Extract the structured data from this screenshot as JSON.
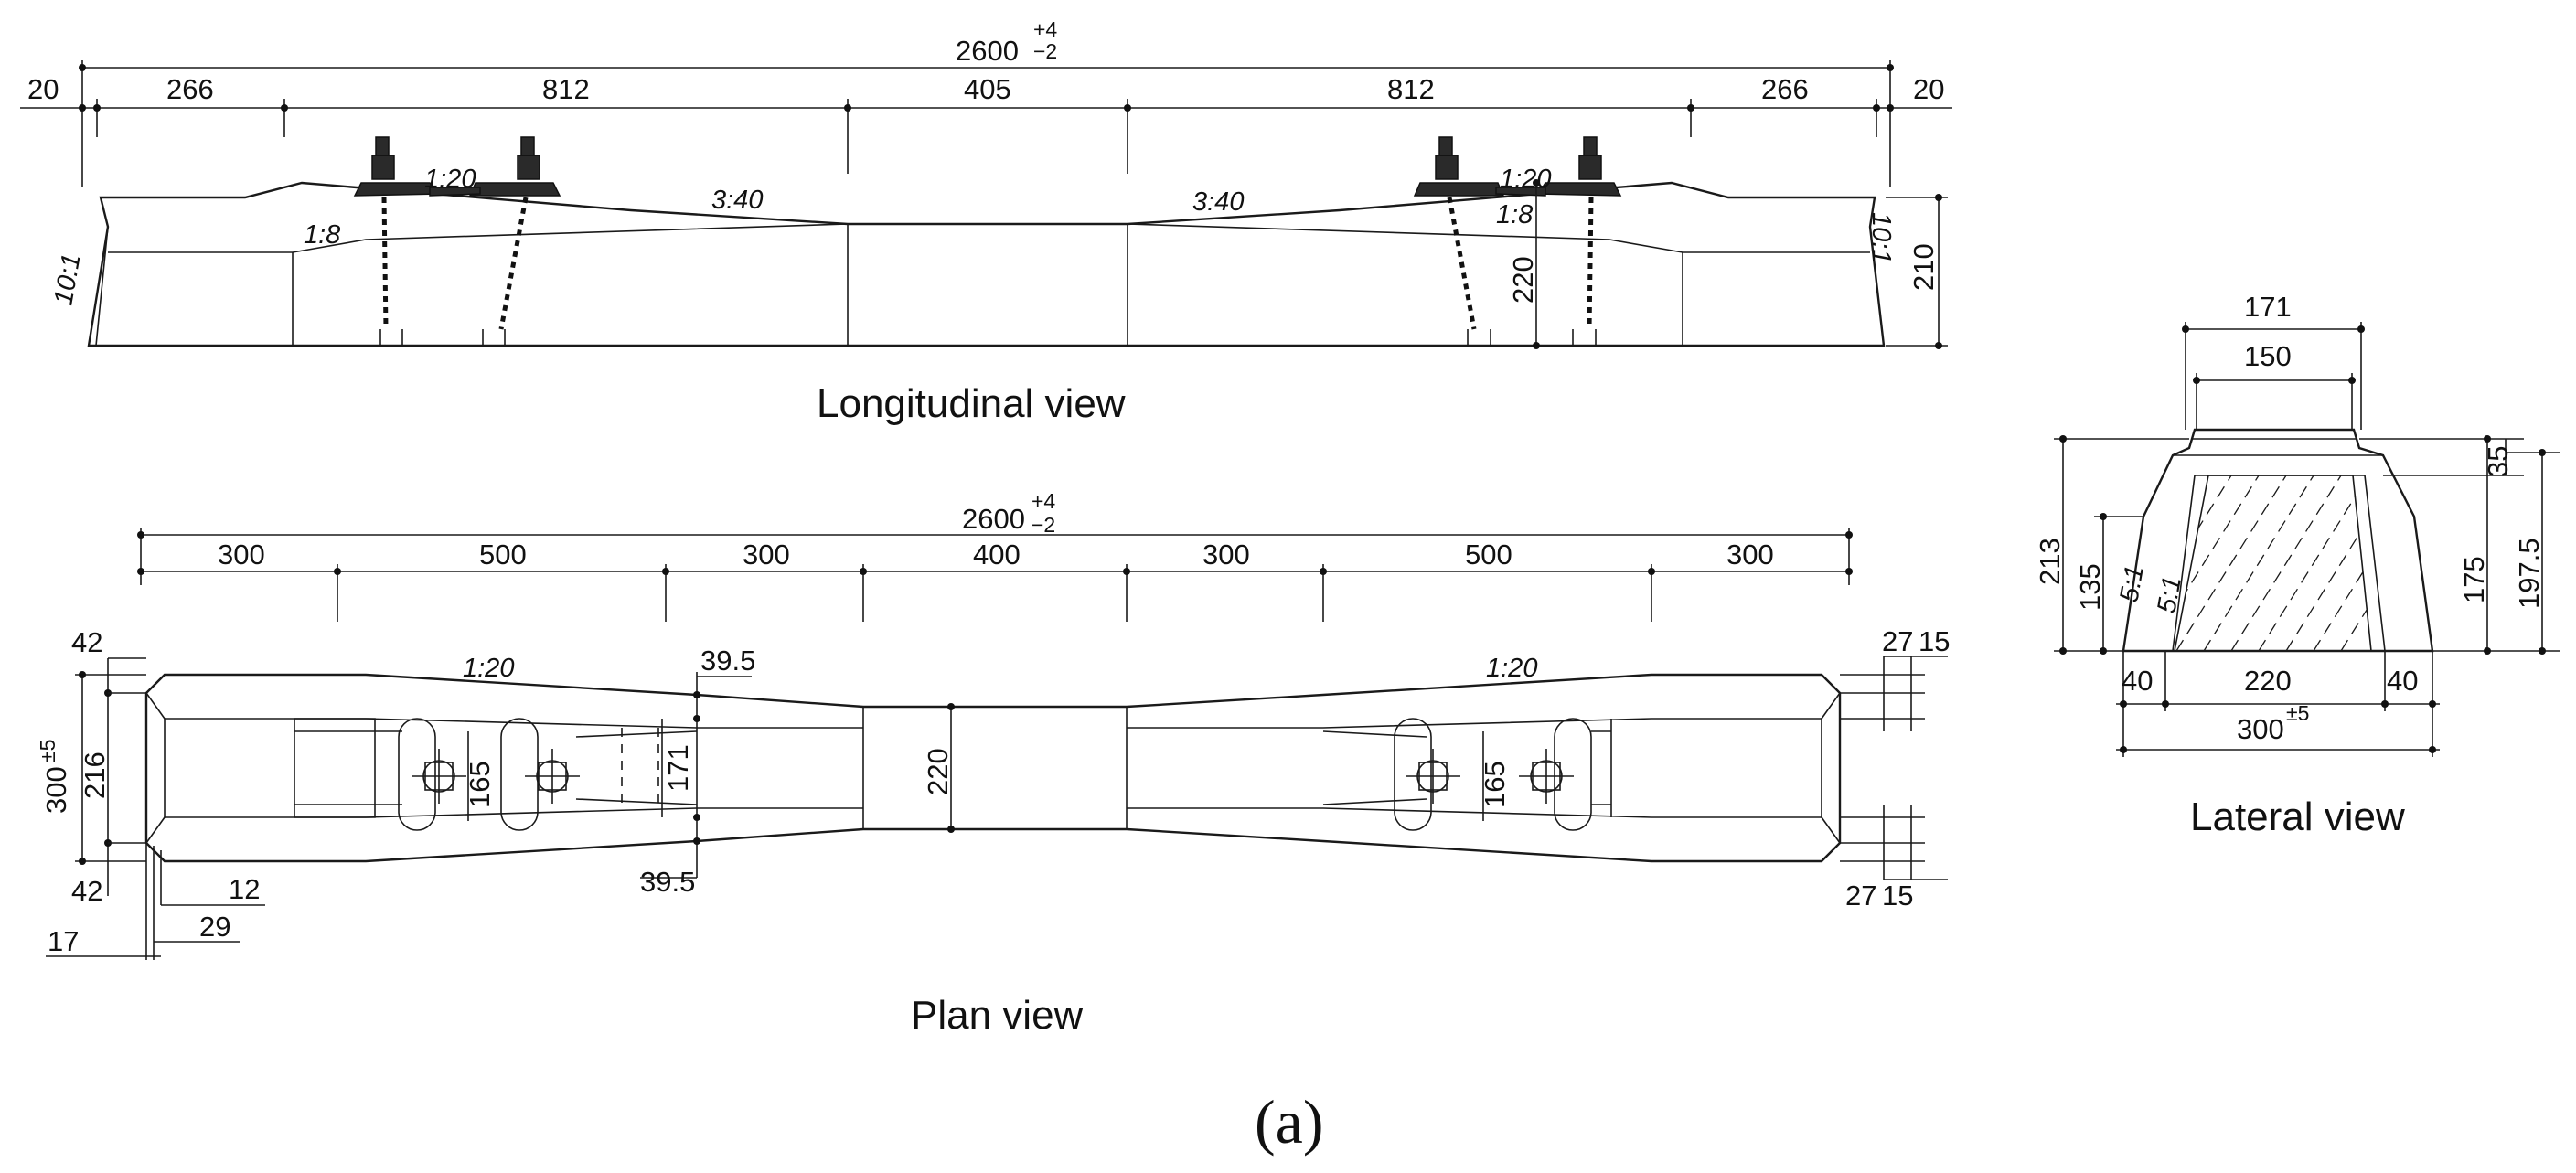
{
  "figure_label": "(a)",
  "views": {
    "longitudinal": {
      "caption": "Longitudinal view",
      "overall": "2600",
      "tol_plus": "+4",
      "tol_minus": "−2",
      "segments": [
        "20",
        "266",
        "812",
        "405",
        "812",
        "266",
        "20"
      ],
      "slope_1_20": "1:20",
      "slope_1_8": "1:8",
      "slope_3_40": "3:40",
      "end_slope": "10:1",
      "height_220": "220",
      "height_210": "210"
    },
    "plan": {
      "caption": "Plan view",
      "overall": "2600",
      "tol_plus": "+4",
      "tol_minus": "−2",
      "segments": [
        "300",
        "500",
        "300",
        "400",
        "300",
        "500",
        "300"
      ],
      "taper": "1:20",
      "offset_39_5": "39.5",
      "width_300": "300",
      "width_tol": "±5",
      "width_216": "216",
      "edge_42": "42",
      "width_165": "165",
      "width_171": "171",
      "width_220": "220",
      "edge_12": "12",
      "edge_29": "29",
      "edge_17": "17",
      "edge_27": "27",
      "edge_15": "15"
    },
    "lateral": {
      "caption": "Lateral view",
      "top_171": "171",
      "top_150": "150",
      "h_213": "213",
      "h_135": "135",
      "h_35": "35",
      "h_175": "175",
      "h_197_5": "197.5",
      "slope": "5:1",
      "base_40_left": "40",
      "base_220": "220",
      "base_40_right": "40",
      "base_300": "300",
      "base_tol": "±5"
    }
  }
}
